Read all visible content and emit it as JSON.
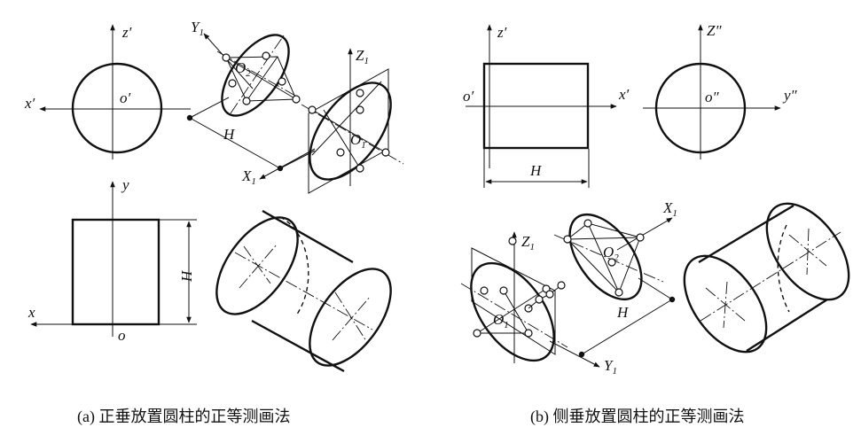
{
  "labels": {
    "z_prime": "z′",
    "x_prime": "x′",
    "o_prime": "o′",
    "y": "y",
    "x": "x",
    "o": "o",
    "H": "H",
    "Y1": "Y",
    "Z1": "Z",
    "X1": "X",
    "sub1": "1",
    "O1": "O",
    "O2": "O",
    "sub2": "2",
    "Z_dprime": "Z″",
    "o_dprime": "o″",
    "y_dprime": "y″"
  },
  "captions": {
    "a": "(a) 正垂放置圆柱的正等测画法",
    "b": "(b) 侧垂放置圆柱的正等测画法"
  }
}
